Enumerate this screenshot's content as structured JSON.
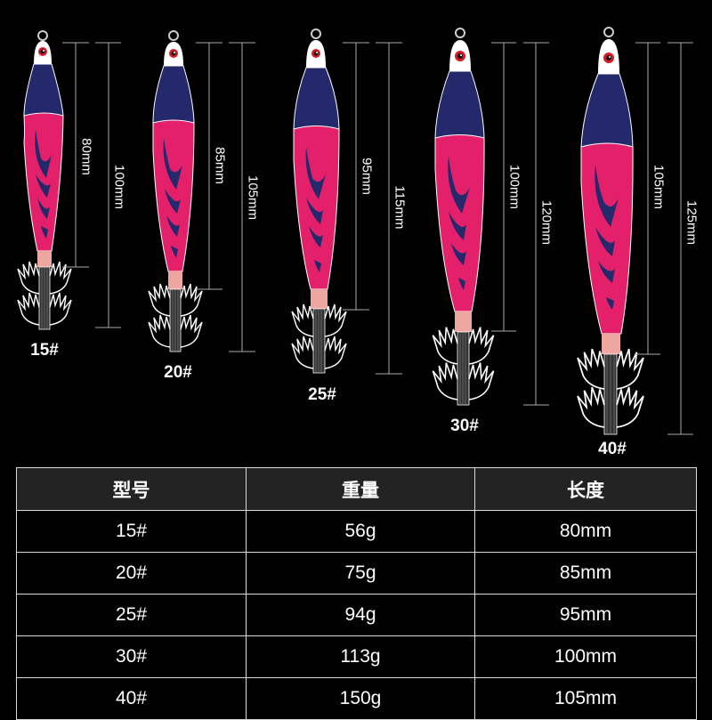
{
  "colors": {
    "background": "#000000",
    "lure_head": "#ffffff",
    "lure_navy": "#23296b",
    "lure_pink": "#e5206a",
    "lure_neck": "#eea6a0",
    "eye_red": "#d41c24",
    "table_header_bg": "#232323",
    "table_border": "#d9d9d9"
  },
  "lures": [
    {
      "size": "15#",
      "body_length": "80mm",
      "total_length": "100mm"
    },
    {
      "size": "20#",
      "body_length": "85mm",
      "total_length": "105mm"
    },
    {
      "size": "25#",
      "body_length": "95mm",
      "total_length": "115mm"
    },
    {
      "size": "30#",
      "body_length": "100mm",
      "total_length": "120mm"
    },
    {
      "size": "40#",
      "body_length": "105mm",
      "total_length": "125mm"
    }
  ],
  "table": {
    "headers": [
      "型号",
      "重量",
      "长度"
    ],
    "rows": [
      [
        "15#",
        "56g",
        "80mm"
      ],
      [
        "20#",
        "75g",
        "85mm"
      ],
      [
        "25#",
        "94g",
        "95mm"
      ],
      [
        "30#",
        "113g",
        "100mm"
      ],
      [
        "40#",
        "150g",
        "105mm"
      ]
    ]
  }
}
